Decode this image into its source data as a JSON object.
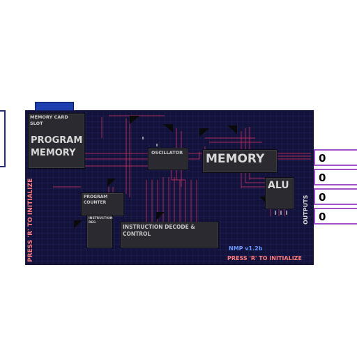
{
  "board": {
    "memory_card_slot_label": "MEMORY CARD\nSLOT",
    "program_memory_label": "PROGRAM\nMEMORY",
    "oscillator_label": "OSCILLATOR",
    "memory_label": "MEMORY",
    "alu_label": "ALU",
    "program_counter_label": "PROGRAM\nCOUNTER",
    "instruction_reg_label": "INSTRUCTION\nREG",
    "decode_label": "INSTRUCTION DECODE &\nCONTROL",
    "outputs_label": "OUTPUTS",
    "side_prompt": "PRESS 'R' TO INITIALIZE",
    "version": "NMP v1.2b",
    "bottom_prompt": "PRESS 'R' TO INITIALIZE"
  },
  "outputs": [
    "0",
    "0",
    "0",
    "0"
  ],
  "colors": {
    "board_bg": "#12123a",
    "wire": "#c8305a",
    "output_border": "#a050c8",
    "prompt_text": "#ff7a7a",
    "version_text": "#6a9aff",
    "card_blue": "#1e3fb0",
    "card_red": "#d01818"
  }
}
